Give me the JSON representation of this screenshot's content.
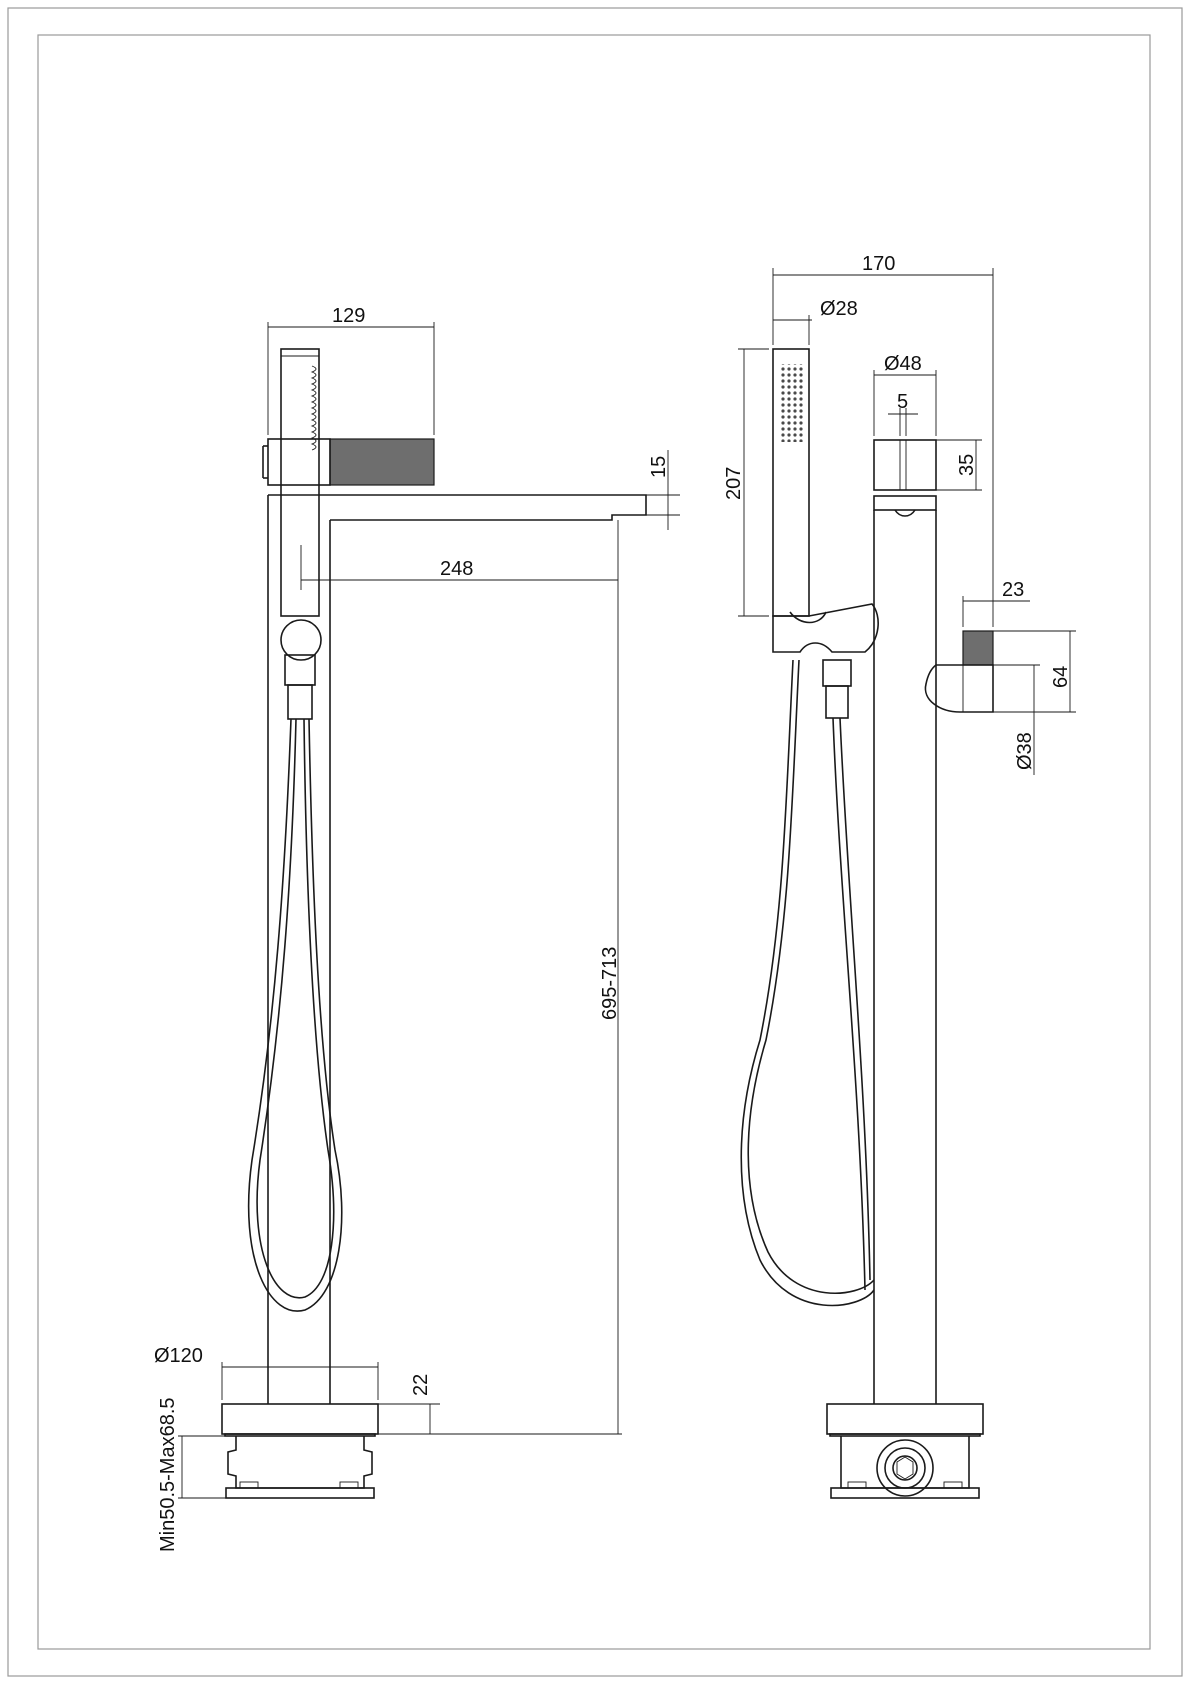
{
  "dimensions": {
    "front_view": {
      "spout_top_width": "129",
      "spout_thickness": "15",
      "spout_reach": "248",
      "spout_height": "695-713",
      "base_diameter": "Ø120",
      "base_height": "22",
      "install_depth": "Min50.5-Max68.5"
    },
    "side_view": {
      "overall_depth": "170",
      "hand_shower_diameter": "Ø28",
      "hand_shower_length": "207",
      "handle_diameter": "Ø48",
      "handle_slot": "5",
      "handle_height": "35",
      "knob_width": "23",
      "knob_height": "64",
      "knob_diameter": "Ø38"
    }
  }
}
